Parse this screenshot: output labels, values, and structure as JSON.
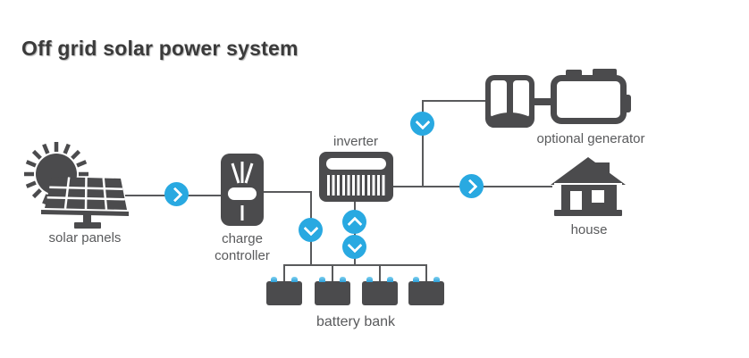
{
  "title": "Off grid solar power system",
  "nodes": {
    "solar_panels": {
      "label": "solar panels"
    },
    "charge_controller": {
      "label": "charge controller"
    },
    "inverter": {
      "label": "inverter"
    },
    "battery_bank": {
      "label": "battery bank",
      "battery_count": 4
    },
    "optional_generator": {
      "label": "optional generator"
    },
    "house": {
      "label": "house"
    }
  },
  "connections": [
    {
      "from": "solar_panels",
      "to": "charge_controller",
      "arrow": "chevron-right"
    },
    {
      "from": "charge_controller",
      "to": "battery_bank",
      "arrow": "chevron-down"
    },
    {
      "from": "inverter",
      "to": "battery_bank",
      "arrows": [
        "chevron-up",
        "chevron-down"
      ]
    },
    {
      "from": "optional_generator",
      "to": "inverter",
      "arrow": "chevron-down"
    },
    {
      "from": "inverter",
      "to": "house",
      "arrow": "chevron-right"
    }
  ],
  "colors": {
    "icon_dark": "#4b4b4d",
    "wire_gray": "#595a5c",
    "accent_blue": "#29a9e1",
    "label_gray": "#595a5c",
    "background": "#ffffff"
  }
}
